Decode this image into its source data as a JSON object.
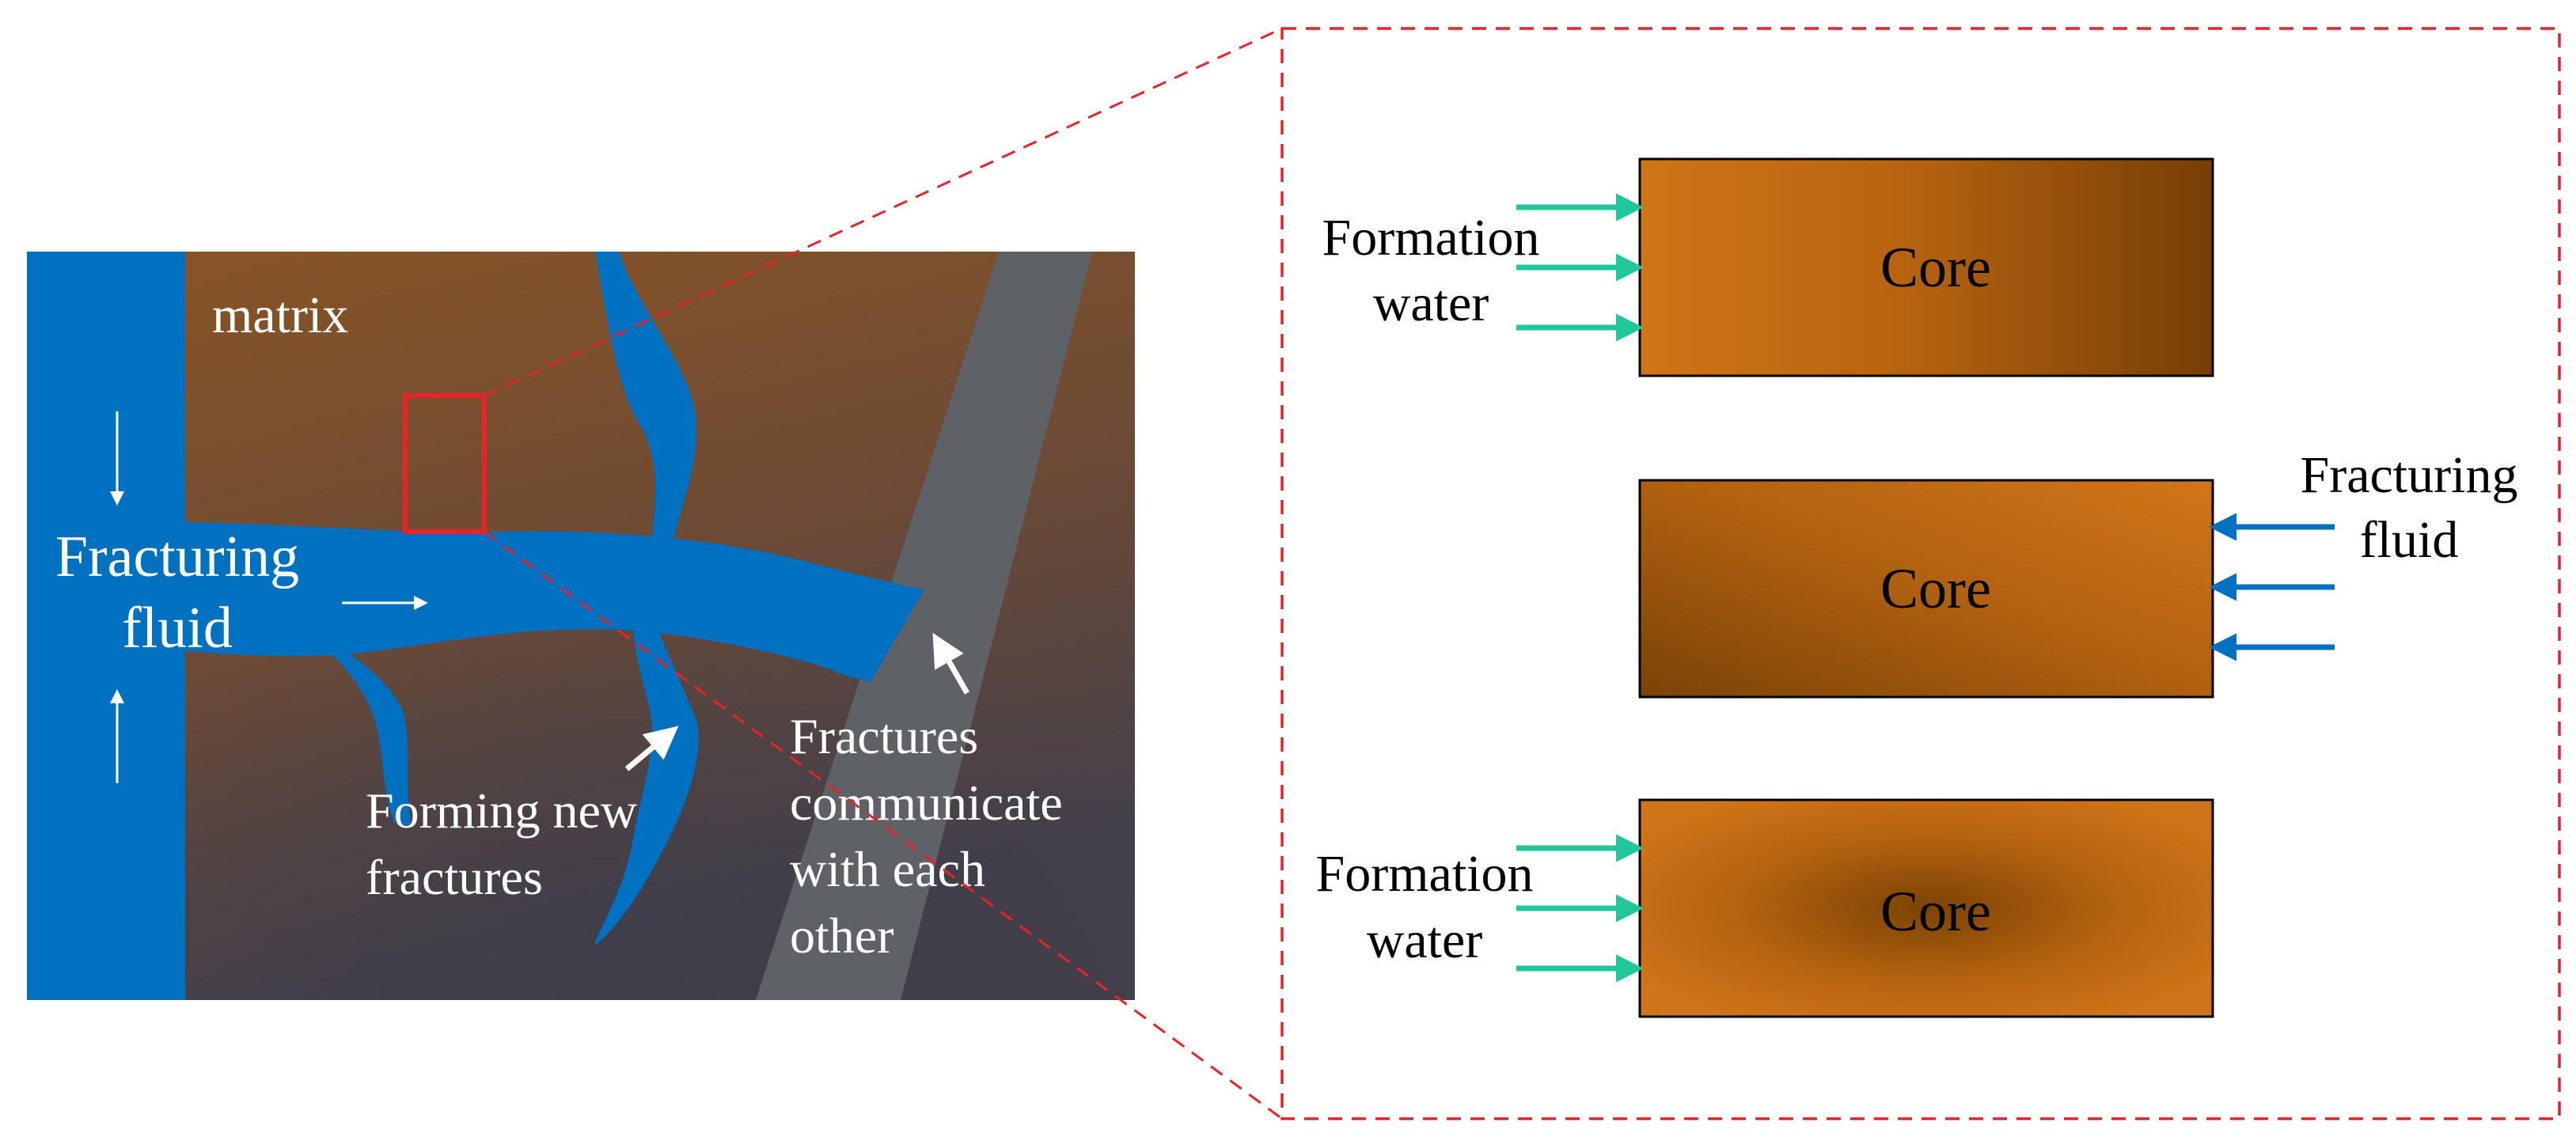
{
  "left_panel": {
    "matrix_label": "matrix",
    "fracturing_fluid_line1": "Fracturing",
    "fracturing_fluid_line2": "fluid",
    "new_fractures_line1": "Forming new",
    "new_fractures_line2": "fractures",
    "communicate_line1": "Fractures",
    "communicate_line2": "communicate",
    "communicate_line3": "with each",
    "communicate_line4": "other"
  },
  "right_panel": {
    "cores": [
      {
        "label": "Core",
        "side_label_line1": "Formation",
        "side_label_line2": "water",
        "inflow_side": "left"
      },
      {
        "label": "Core",
        "side_label_line1": "Fracturing",
        "side_label_line2": "fluid",
        "inflow_side": "right"
      },
      {
        "label": "Core",
        "side_label_line1": "Formation",
        "side_label_line2": "water",
        "inflow_side": "left"
      }
    ]
  },
  "colors": {
    "fluid_blue": "#0070c0",
    "matrix_brown": "#7a4f26",
    "fracture_grey": "#5e6266",
    "core_orange": "#c96f18",
    "core_dark": "#7a4308",
    "water_arrow": "#1fc79a",
    "zoom_red": "#e8232a",
    "text_white": "#ffffff",
    "text_black": "#000000"
  }
}
